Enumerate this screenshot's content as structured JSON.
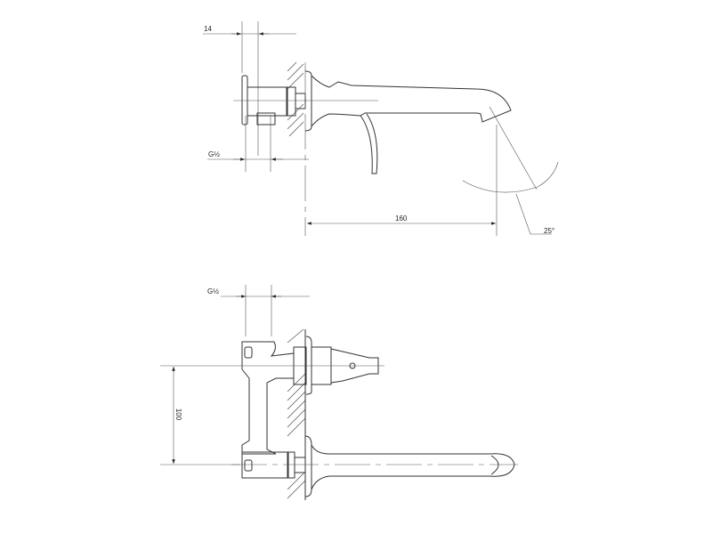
{
  "top_view": {
    "dim_offset": "14",
    "dim_thread": "G½",
    "dim_projection": "160",
    "dim_angle": "25°"
  },
  "bottom_view": {
    "dim_thread": "G½",
    "dim_spacing": "100"
  }
}
